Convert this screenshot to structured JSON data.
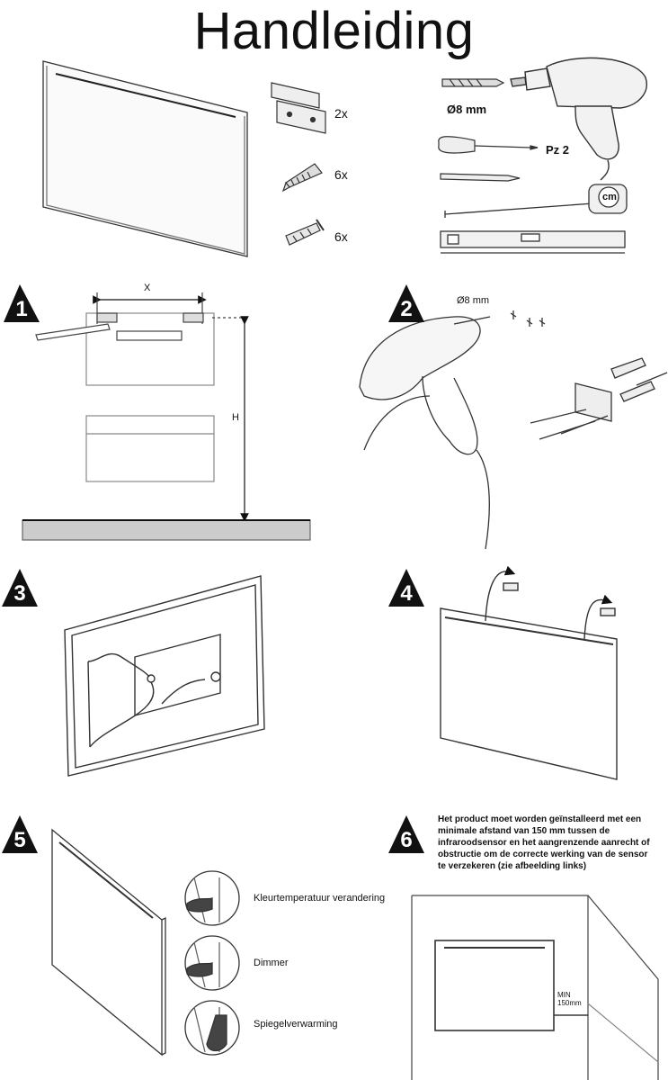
{
  "title": "Handleiding",
  "parts": [
    {
      "name": "bracket",
      "qty": "2x"
    },
    {
      "name": "screw",
      "qty": "6x"
    },
    {
      "name": "wall-plug",
      "qty": "6x"
    }
  ],
  "tools": {
    "drill_bit": "Ø8 mm",
    "screwdriver": "Pz 2",
    "tape_measure": "cm"
  },
  "steps": [
    "1",
    "2",
    "3",
    "4",
    "5",
    "6"
  ],
  "step1": {
    "x_label": "X",
    "h_label": "H"
  },
  "step2": {
    "drill_label": "Ø8 mm"
  },
  "step5": {
    "controls": [
      "Kleurtemperatuur verandering",
      "Dimmer",
      "Spiegelverwarming"
    ]
  },
  "step6": {
    "note": "Het product moet worden geïnstalleerd met een minimale afstand van 150 mm tussen de infraroodsensor en het aangrenzende aanrecht of obstructie om de correcte werking van de sensor te verzekeren (zie afbeelding links)",
    "min_label_1": "MIN",
    "min_label_2": "150mm"
  }
}
